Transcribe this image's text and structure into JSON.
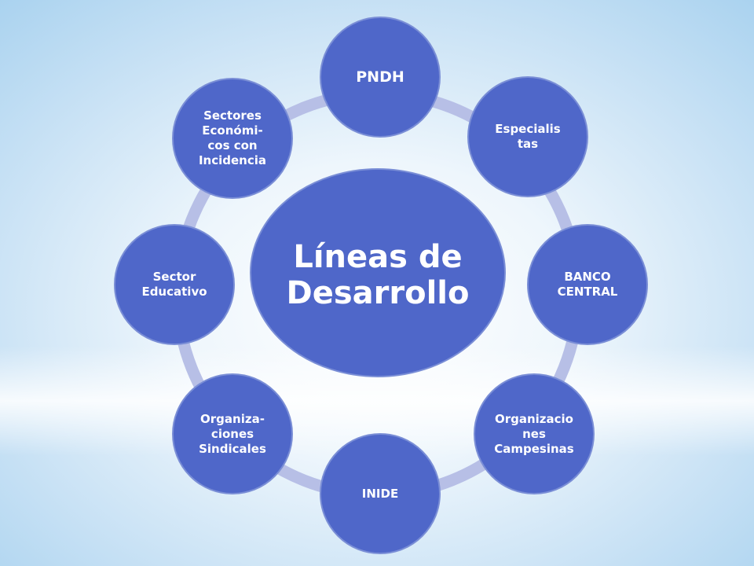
{
  "diagram": {
    "center": {
      "label": "Líneas de\nDesarrollo"
    },
    "nodes": [
      {
        "id": "pndh",
        "label": "PNDH"
      },
      {
        "id": "especialistas",
        "label": "Especialis\ntas"
      },
      {
        "id": "banco-central",
        "label": "BANCO\nCENTRAL"
      },
      {
        "id": "organizaciones-campesinas",
        "label": "Organizacio\nnes\nCampesinas"
      },
      {
        "id": "inide",
        "label": "INIDE"
      },
      {
        "id": "organizaciones-sindicales",
        "label": "Organiza-\nciones\nSindicales"
      },
      {
        "id": "sector-educativo",
        "label": "Sector\nEducativo"
      },
      {
        "id": "sectores-economicos",
        "label": "Sectores\nEconómi-\ncos con\nIncidencia"
      }
    ]
  },
  "colors": {
    "node_fill": "#4f67c9",
    "node_stroke": "#7a8ed6",
    "ring": "#b7bfe6",
    "text": "#ffffff",
    "background": "#cde4f4"
  }
}
